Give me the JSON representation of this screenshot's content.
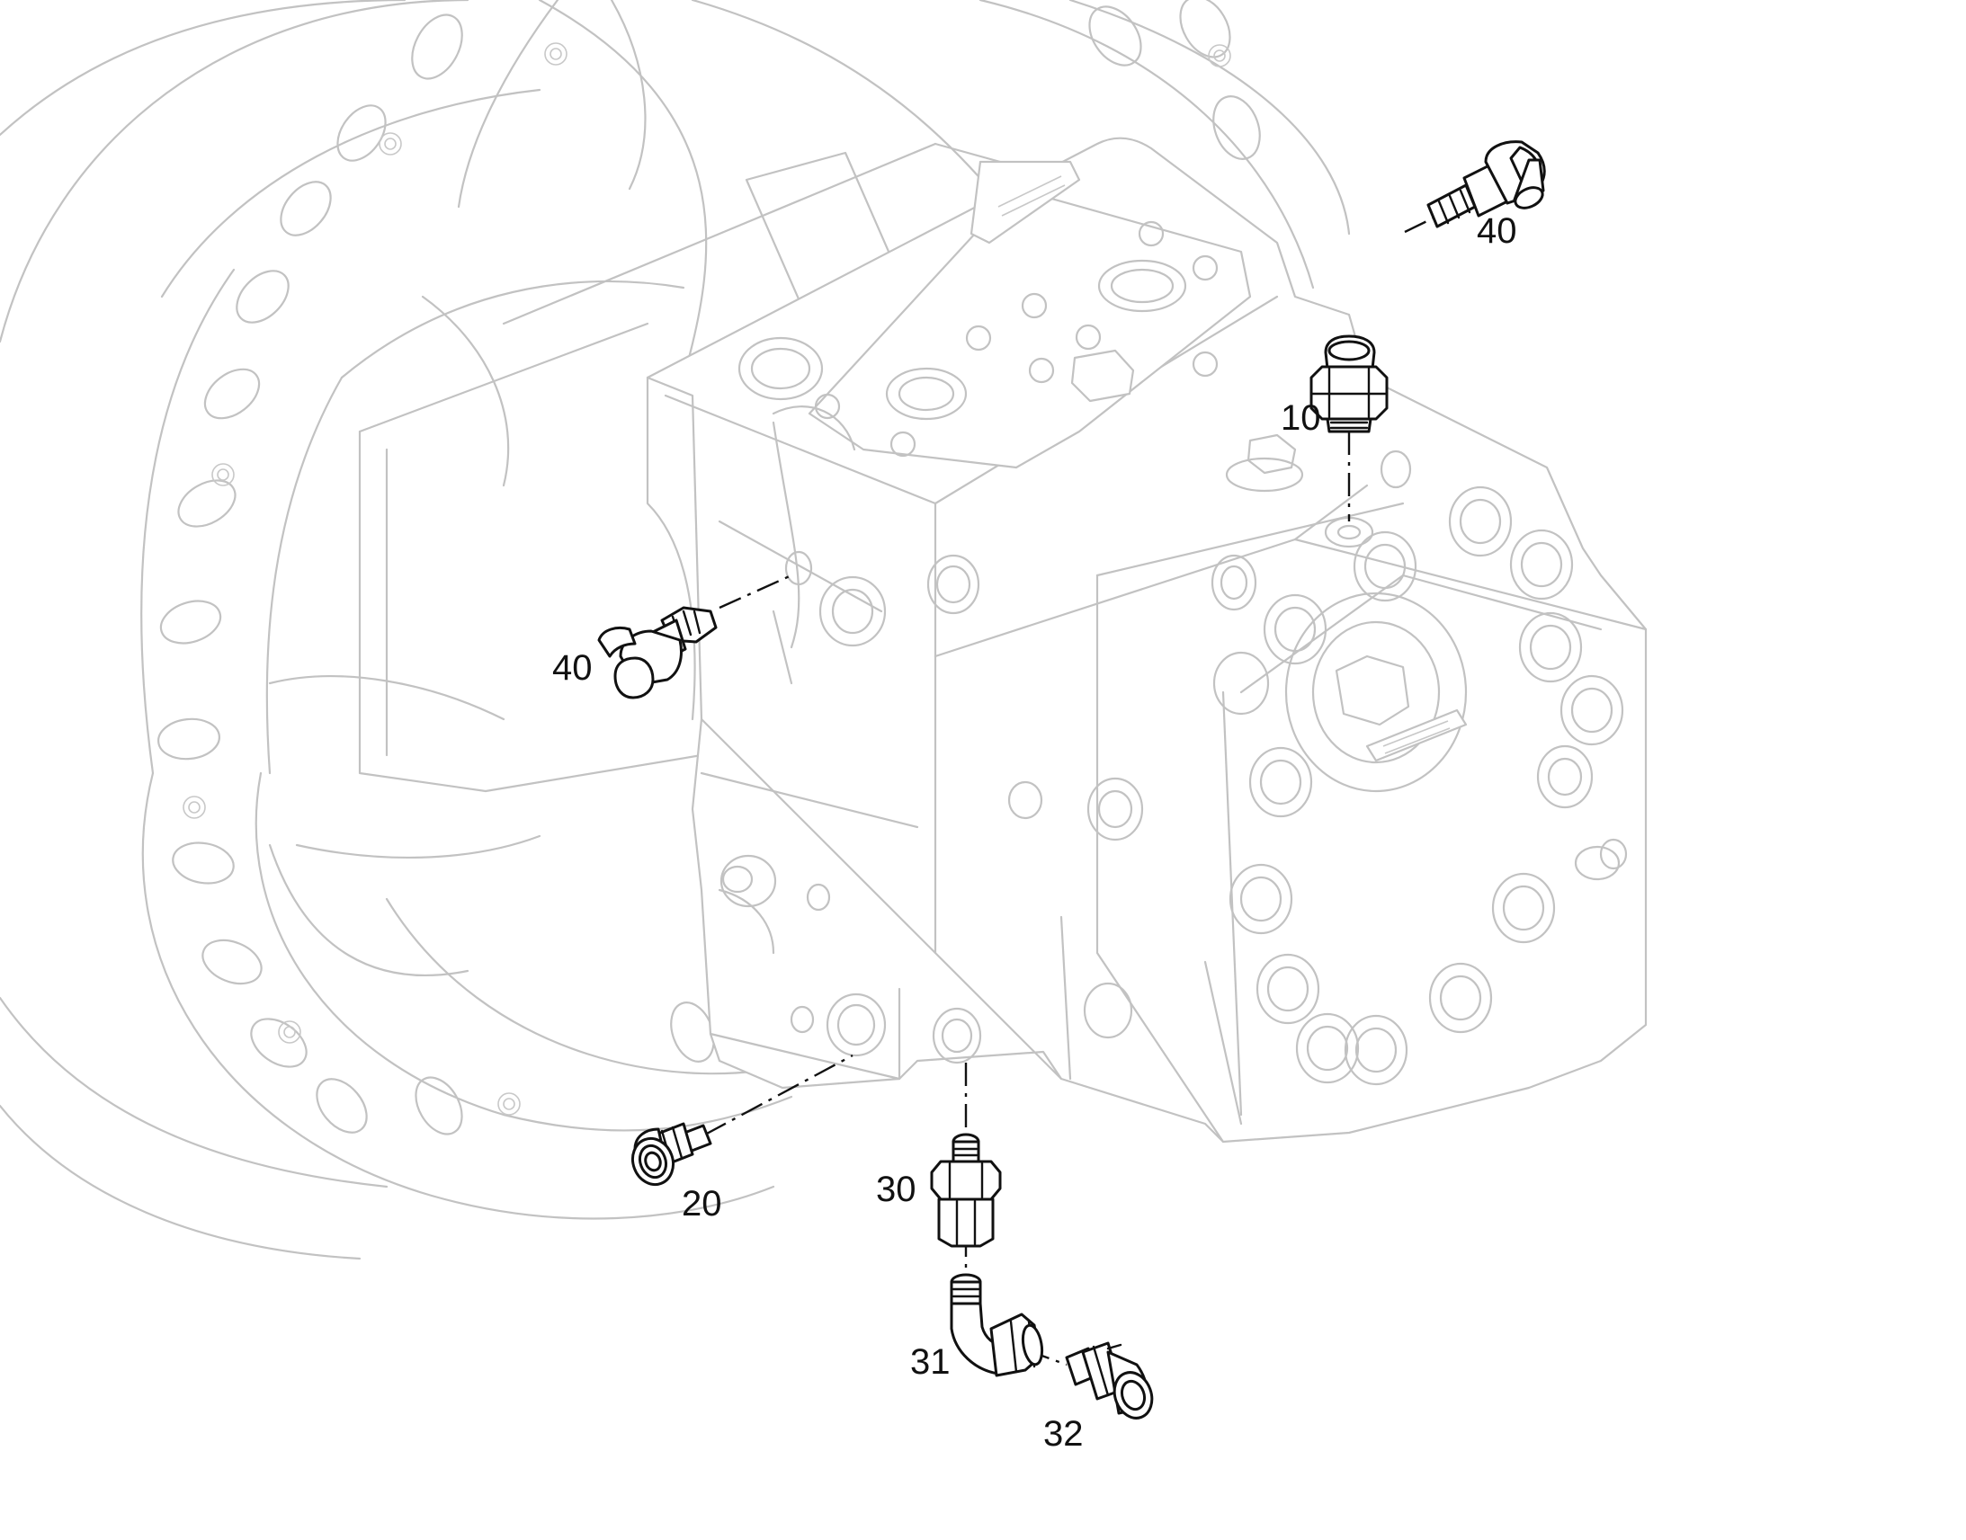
{
  "callouts": {
    "c40_top": "40",
    "c10": "10",
    "c40_left": "40",
    "c20": "20",
    "c30": "30",
    "c31": "31",
    "c32": "32"
  }
}
